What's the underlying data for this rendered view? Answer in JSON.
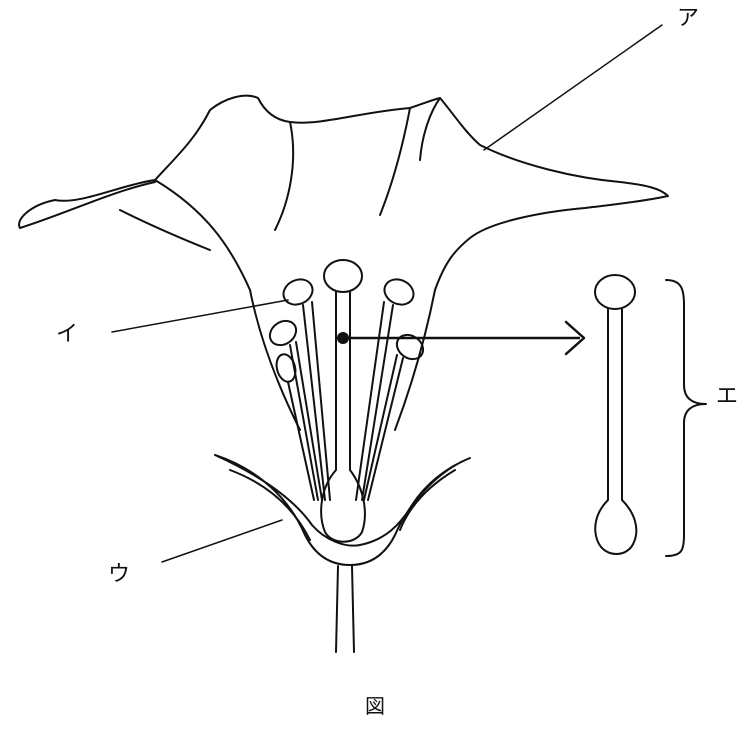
{
  "labels": {
    "a": "ア",
    "i": "イ",
    "u": "ウ",
    "e": "エ"
  },
  "caption": "図",
  "colors": {
    "ink": "#111111",
    "background": "#ffffff"
  }
}
